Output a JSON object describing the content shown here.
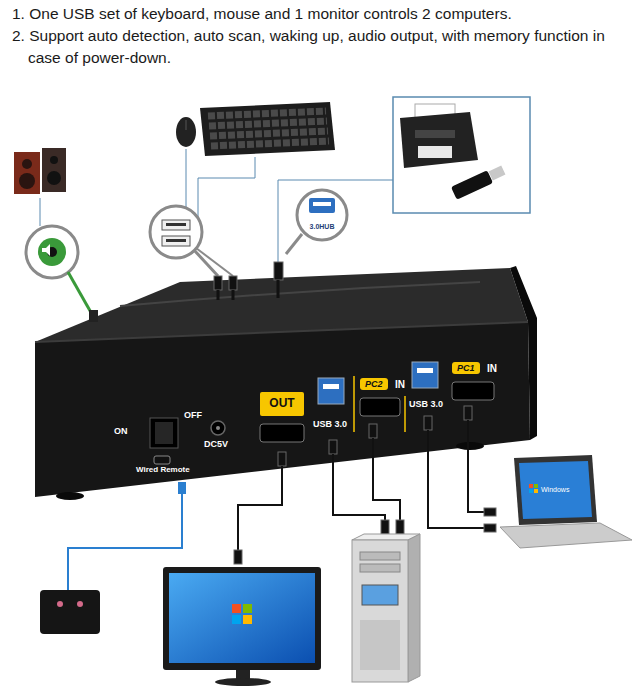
{
  "diagram": {
    "nodes": [
      {
        "text": [
          "ON",
          "OFF",
          "DC5V",
          "Wired Remote",
          "USB 3.0",
          "IN",
          "USB 3.0",
          "IN"
        ]
      },
      {
        "text": [
          "OUT"
        ],
        "in": 0
      },
      {
        "text": [
          "PC2"
        ],
        "in": 0
      },
      {
        "text": [
          "PC1"
        ],
        "in": 0
      },
      {
        "text": [
          "3.0HUB"
        ]
      }
    ],
    "labels": [
      "1. One USB set of keyboard, mouse and 1 monitor controls 2 computers.",
      "2. Support auto detection, auto scan, waking up, audio output, with memory function in case of power-down.",
      "Windows"
    ]
  }
}
